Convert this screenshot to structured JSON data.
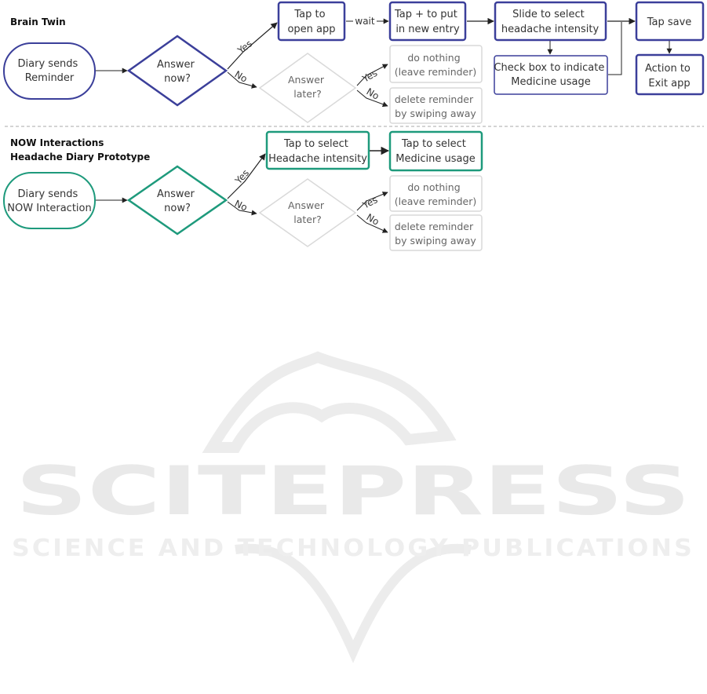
{
  "colors": {
    "blue": "#3b3f9a",
    "green": "#1e9a7c",
    "gray": "#d9d9d9",
    "dash": "#aaaaaa",
    "watermark": "#e9e9e9"
  },
  "sections": [
    {
      "title_lines": [
        "Brain Twin"
      ],
      "start_lines": [
        "Diary sends",
        "Reminder"
      ],
      "decision_lines": [
        "Answer",
        "now?"
      ],
      "later_lines": [
        "Answer",
        "later?"
      ],
      "yes": "Yes",
      "no": "No",
      "wait": "wait",
      "steps": [
        {
          "lines": [
            "Tap to",
            "open app"
          ]
        },
        {
          "lines": [
            "Tap + to put",
            "in new entry"
          ]
        },
        {
          "lines": [
            "Slide to select",
            "headache intensity"
          ]
        },
        {
          "lines": [
            "Check box to indicate",
            "Medicine usage"
          ]
        },
        {
          "lines": [
            "Tap save"
          ]
        },
        {
          "lines": [
            "Action to",
            "Exit app"
          ]
        }
      ],
      "outcomes": [
        {
          "lines": [
            "do nothing",
            "(leave reminder)"
          ]
        },
        {
          "lines": [
            "delete reminder",
            "by swiping away"
          ]
        }
      ]
    },
    {
      "title_lines": [
        "NOW Interactions",
        "Headache Diary Prototype"
      ],
      "start_lines": [
        "Diary sends",
        "NOW Interaction"
      ],
      "decision_lines": [
        "Answer",
        "now?"
      ],
      "later_lines": [
        "Answer",
        "later?"
      ],
      "yes": "Yes",
      "no": "No",
      "steps": [
        {
          "lines": [
            "Tap to select",
            "Headache intensity"
          ]
        },
        {
          "lines": [
            "Tap to select",
            "Medicine usage"
          ]
        }
      ],
      "outcomes": [
        {
          "lines": [
            "do nothing",
            "(leave reminder)"
          ]
        },
        {
          "lines": [
            "delete reminder",
            "by swiping away"
          ]
        }
      ]
    }
  ],
  "watermark": {
    "line1": "SCITEPRESS",
    "line2": "SCIENCE AND TECHNOLOGY PUBLICATIONS"
  }
}
